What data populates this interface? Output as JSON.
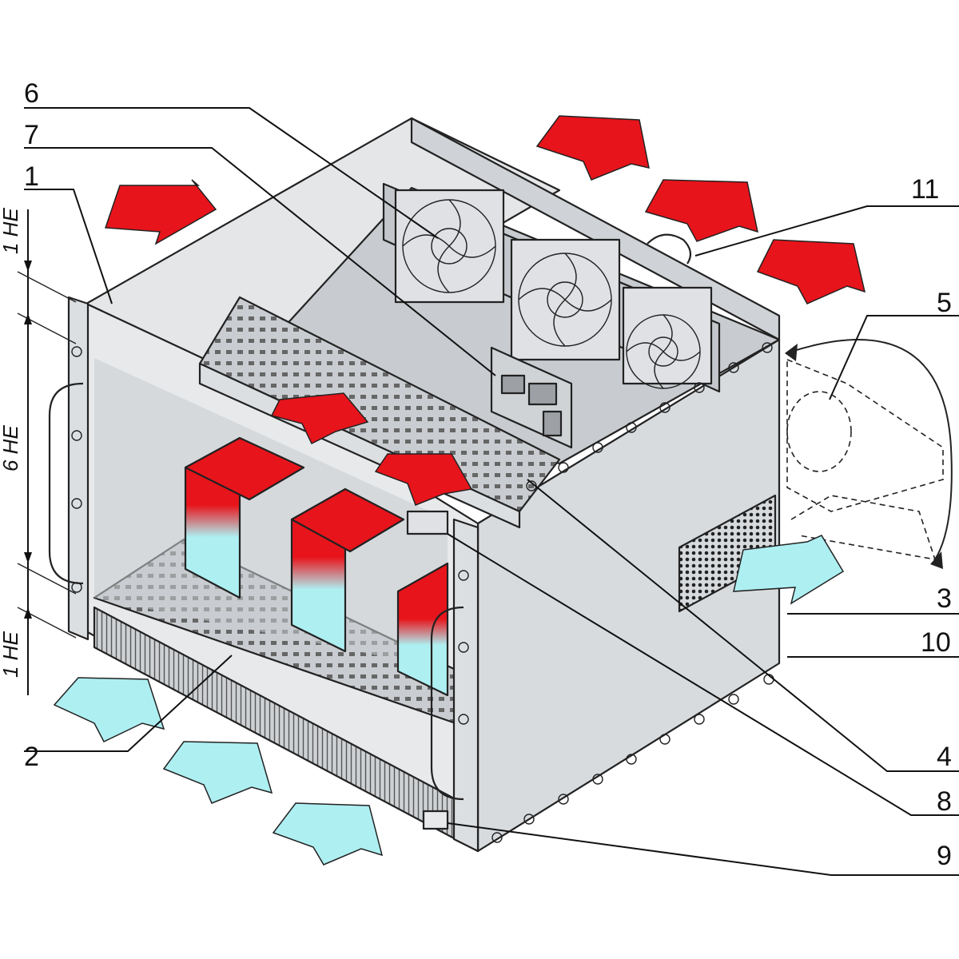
{
  "callouts": {
    "c1": "1",
    "c2": "2",
    "c3": "3",
    "c4": "4",
    "c5": "5",
    "c6": "6",
    "c7": "7",
    "c8": "8",
    "c9": "9",
    "c10": "10",
    "c11": "11"
  },
  "dimensions": {
    "top_unit": "1 HE",
    "middle_unit": "6 HE",
    "bottom_unit": "1 HE"
  },
  "colors": {
    "hot_air": "#e8141b",
    "cool_air": "#aeeff2",
    "panel_light": "#e4e6e8",
    "panel_mid": "#d3d6d9",
    "panel_dark": "#b9bdc1"
  }
}
